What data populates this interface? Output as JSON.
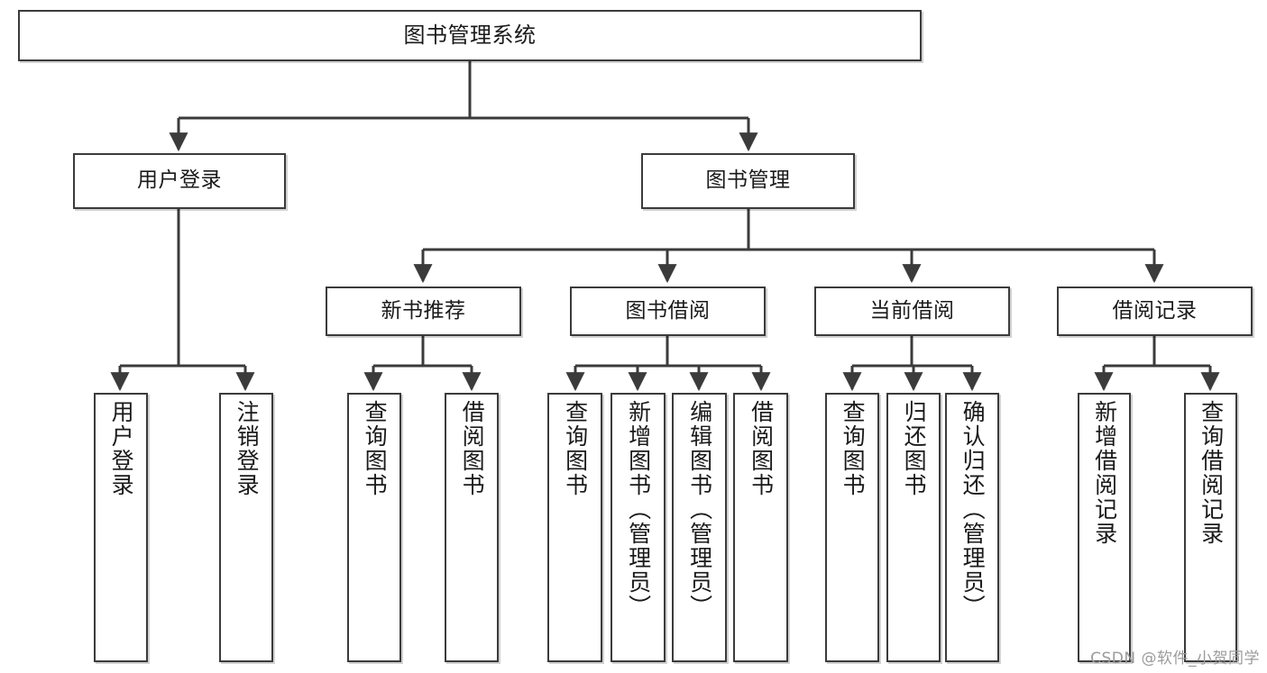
{
  "diagram": {
    "title": "图书管理系统",
    "type": "tree-hierarchy-chart",
    "colors": {
      "box_border": "#3b3b3b",
      "box_fill": "#ffffff",
      "edge": "#3b3b3b",
      "background": "#ffffff",
      "watermark": "#9b9b9b"
    },
    "nodes": {
      "root": {
        "label": "图书管理系统"
      },
      "level2": [
        {
          "id": "user-login",
          "label": "用户登录"
        },
        {
          "id": "book-management",
          "label": "图书管理"
        }
      ],
      "level3": [
        {
          "id": "new-book-recommend",
          "label": "新书推荐"
        },
        {
          "id": "book-borrow",
          "label": "图书借阅"
        },
        {
          "id": "current-borrow",
          "label": "当前借阅"
        },
        {
          "id": "borrow-record",
          "label": "借阅记录"
        }
      ],
      "leaves": {
        "user-login": [
          {
            "id": "leaf-user-login",
            "label": "用户登录"
          },
          {
            "id": "leaf-logout-login",
            "label": "注销登录"
          }
        ],
        "new-book-recommend": [
          {
            "id": "leaf-query-book-1",
            "label": "查询图书"
          },
          {
            "id": "leaf-borrow-book-1",
            "label": "借阅图书"
          }
        ],
        "book-borrow": [
          {
            "id": "leaf-query-book-2",
            "label": "查询图书"
          },
          {
            "id": "leaf-add-book",
            "label": "新增图书（管理员）"
          },
          {
            "id": "leaf-edit-book",
            "label": "编辑图书（管理员）"
          },
          {
            "id": "leaf-borrow-book-2",
            "label": "借阅图书"
          }
        ],
        "current-borrow": [
          {
            "id": "leaf-query-book-3",
            "label": "查询图书"
          },
          {
            "id": "leaf-return-book",
            "label": "归还图书"
          },
          {
            "id": "leaf-confirm-return",
            "label": "确认归还（管理员）"
          }
        ],
        "borrow-record": [
          {
            "id": "leaf-add-record",
            "label": "新增借阅记录"
          },
          {
            "id": "leaf-query-record",
            "label": "查询借阅记录"
          }
        ]
      }
    },
    "watermark": "CSDN @软件_小贺同学"
  }
}
